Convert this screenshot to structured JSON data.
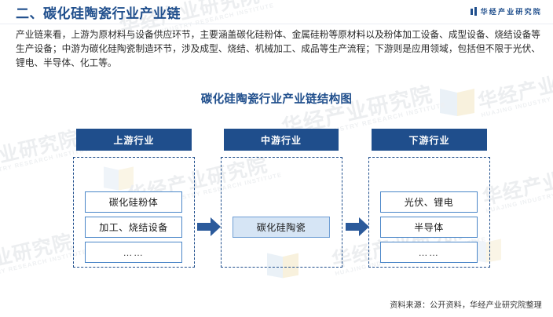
{
  "header": {
    "title": "二、碳化硅陶瓷行业产业链",
    "brand_text": "华经产业研究院",
    "brand_mark": "book-logo-icon"
  },
  "intro": {
    "paragraph": "产业链来看，上游为原材料与设备供应环节，主要涵盖碳化硅粉体、金属硅粉等原材料以及粉体加工设备、成型设备、烧结设备等生产设备；中游为碳化硅陶瓷制造环节，涉及成型、烧结、机械加工、成品等生产流程；下游则是应用领域，包括但不限于光伏、锂电、半导体、化工等。"
  },
  "chart_data": {
    "type": "diagram",
    "title": "碳化硅陶瓷行业产业链结构图",
    "columns": [
      {
        "header": "上游行业",
        "nodes": [
          {
            "label": "碳化硅粉体",
            "highlight": false
          },
          {
            "label": "加工、烧结设备",
            "highlight": false
          },
          {
            "label": "……",
            "highlight": false
          }
        ]
      },
      {
        "header": "中游行业",
        "nodes": [
          {
            "label": "碳化硅陶瓷",
            "highlight": true
          }
        ]
      },
      {
        "header": "下游行业",
        "nodes": [
          {
            "label": "光伏、锂电",
            "highlight": false
          },
          {
            "label": "半导体",
            "highlight": false
          },
          {
            "label": "……",
            "highlight": false
          }
        ]
      }
    ],
    "connectors": [
      {
        "name": "arrow-upstream-to-midstream",
        "direction": "right"
      },
      {
        "name": "arrow-midstream-to-downstream",
        "direction": "right"
      }
    ],
    "legend_position": "none",
    "grid": false
  },
  "footer": {
    "source": "资料来源：公开资料，华经产业研究院整理"
  },
  "watermark": {
    "cn": "华经产业研究院",
    "en": "HUAJING INDUSTRY RESEARCH INSTITUTE"
  },
  "colors": {
    "brand_blue": "#1f4e8c",
    "node_border": "#4a86c8",
    "highlight_fill": "#d6e5f5",
    "text_dark": "#2b2b2b",
    "watermark_gray": "#eceef0"
  }
}
